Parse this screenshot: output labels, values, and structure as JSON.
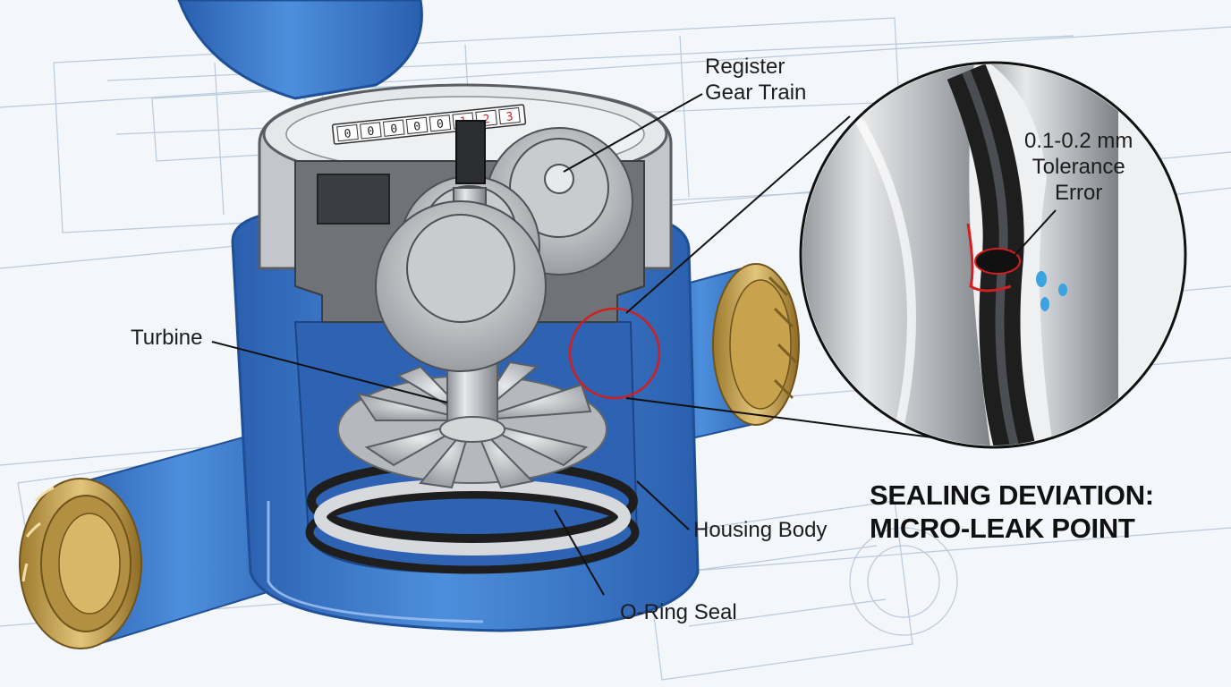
{
  "labels": {
    "register": [
      "Register",
      "Gear Train"
    ],
    "tolerance": [
      "0.1-0.2 mm",
      "Tolerance",
      "Error"
    ],
    "turbine": "Turbine",
    "housing": "Housing Body",
    "oring": "O-Ring Seal"
  },
  "headline": [
    "SEALING DEVIATION:",
    "MICRO-LEAK POINT"
  ],
  "meter_digits": [
    "0",
    "0",
    "0",
    "0",
    "0",
    "1",
    "2",
    "3"
  ],
  "colors": {
    "housing_blue": "#3f7fd0",
    "housing_dark": "#2a5fae",
    "brass": "#c9a24e",
    "steel": "#c7c9cc",
    "seal_black": "#1e1e1e",
    "leak_red": "#d11f1f",
    "water_blue": "#3aa3e0",
    "blueprint_line": "#b9c9dc"
  }
}
